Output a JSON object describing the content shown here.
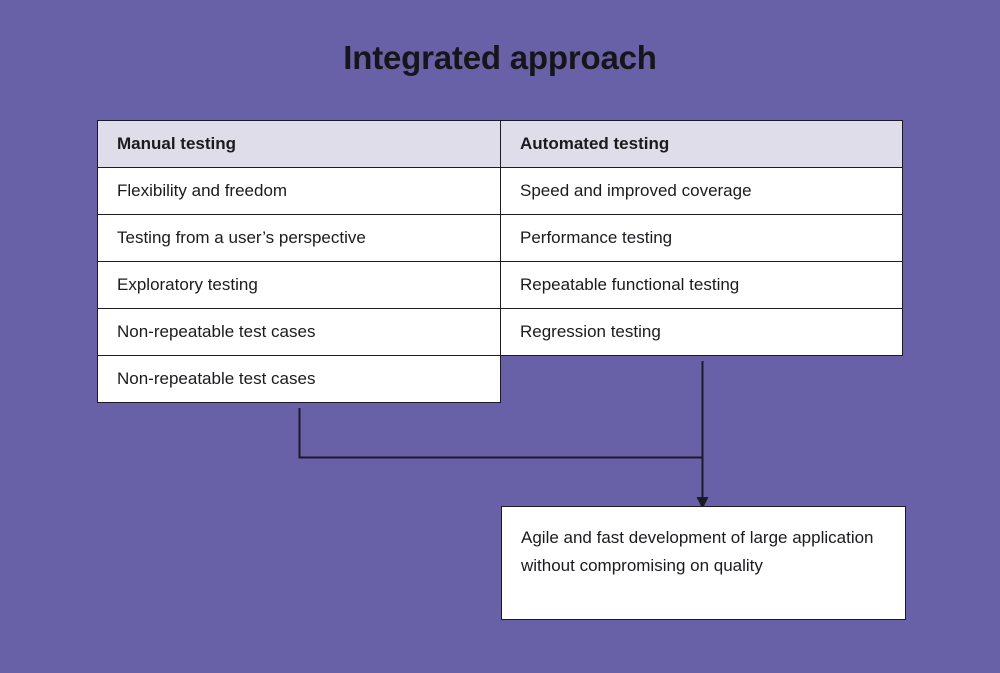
{
  "slide": {
    "title": "Integrated approach",
    "background_color": "#6961a8",
    "box_fill": "#ffffff",
    "header_fill": "#dedde9",
    "line_color": "#1b1b26",
    "text_color": "#1b1b1f"
  },
  "table": {
    "headers": {
      "left": "Manual testing",
      "right": "Automated testing"
    },
    "rows": [
      {
        "left": "Flexibility and freedom",
        "right": "Speed and improved coverage"
      },
      {
        "left": "Testing from a user’s perspective",
        "right": "Performance testing"
      },
      {
        "left": "Exploratory testing",
        "right": "Repeatable functional testing"
      },
      {
        "left": "Non-repeatable test cases",
        "right": "Regression testing"
      },
      {
        "left": "Non-repeatable test cases",
        "right": ""
      }
    ]
  },
  "outcome": {
    "text": "Agile and fast development of large application without compromising on quality"
  }
}
